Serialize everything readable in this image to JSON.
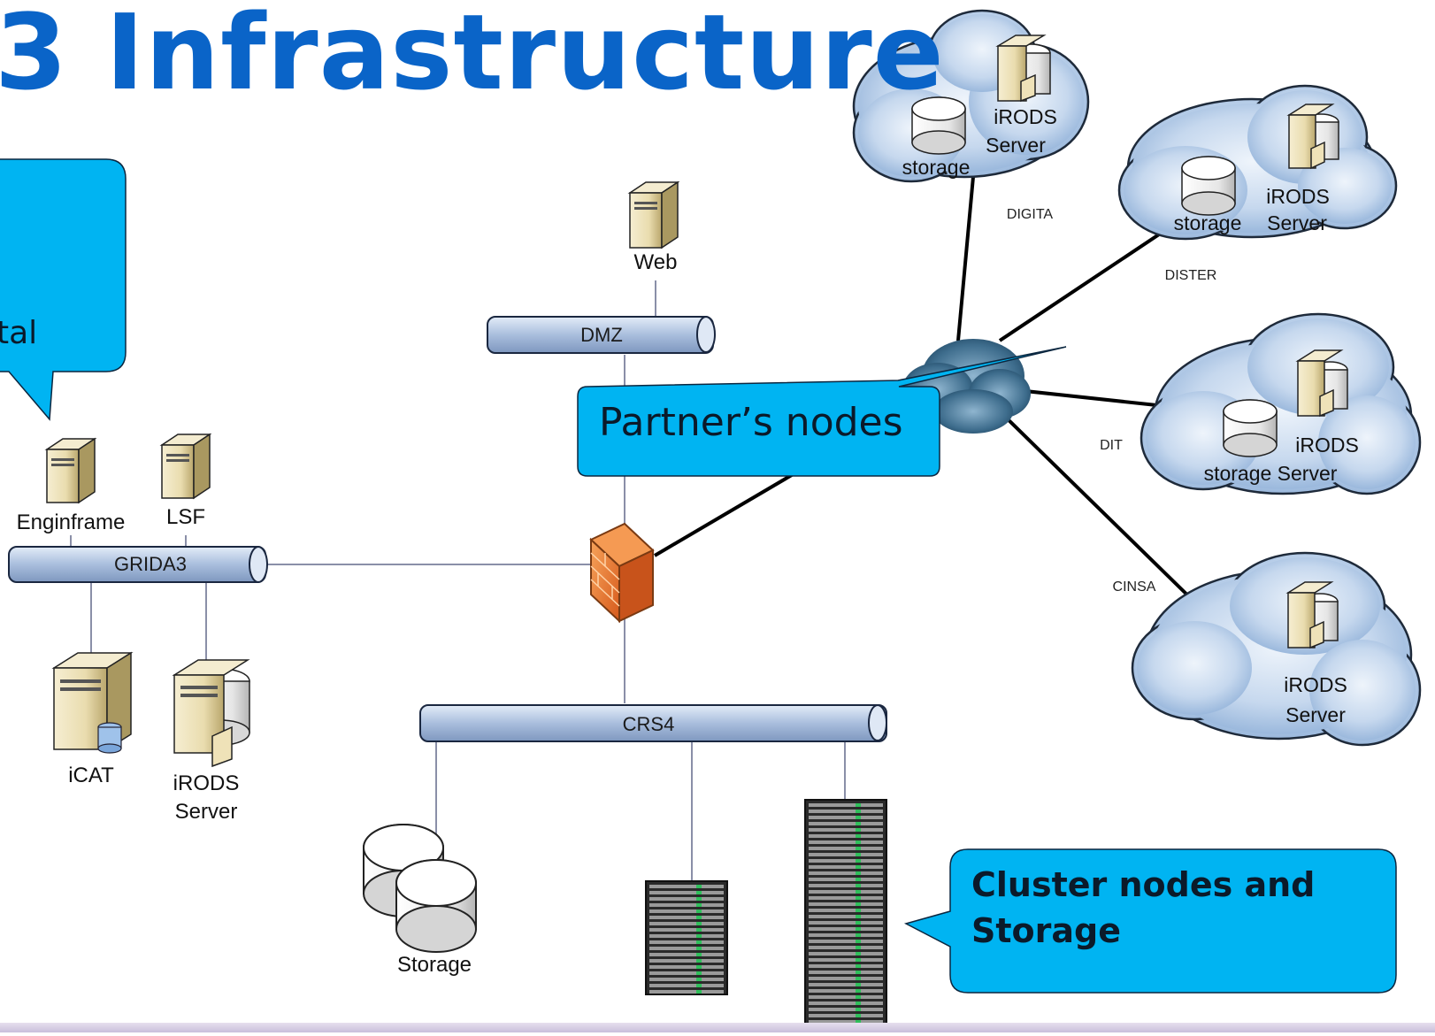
{
  "title": "3 Infrastructure",
  "colors": {
    "title": "#0a64c8",
    "callout": "#00b4f2",
    "pipe": "#b8c9e3",
    "cloud": "#c9daf0",
    "firewall": "#e8742c"
  },
  "callouts": {
    "portal": "tal",
    "partners": "Partner’s nodes",
    "cluster_line1": "Cluster nodes and",
    "cluster_line2": "Storage"
  },
  "networks": {
    "dmz": "DMZ",
    "grida3": "GRIDA3",
    "crs4": "CRS4"
  },
  "nodes": {
    "web": "Web",
    "enginframe": "Enginframe",
    "lsf": "LSF",
    "icat": "iCAT",
    "irods_line1": "iRODS",
    "irods_line2": "Server",
    "storage": "Storage"
  },
  "partners": {
    "digita": {
      "label": "DIGITA",
      "irods": "iRODS",
      "server": "Server",
      "storage": "storage"
    },
    "dister": {
      "label": "DISTER",
      "irods": "iRODS",
      "server": "Server",
      "storage": "storage"
    },
    "dit": {
      "label": "DIT",
      "irods": "iRODS",
      "server_storage": "storage Server"
    },
    "cinsa": {
      "label": "CINSA",
      "irods": "iRODS",
      "server": "Server"
    }
  }
}
